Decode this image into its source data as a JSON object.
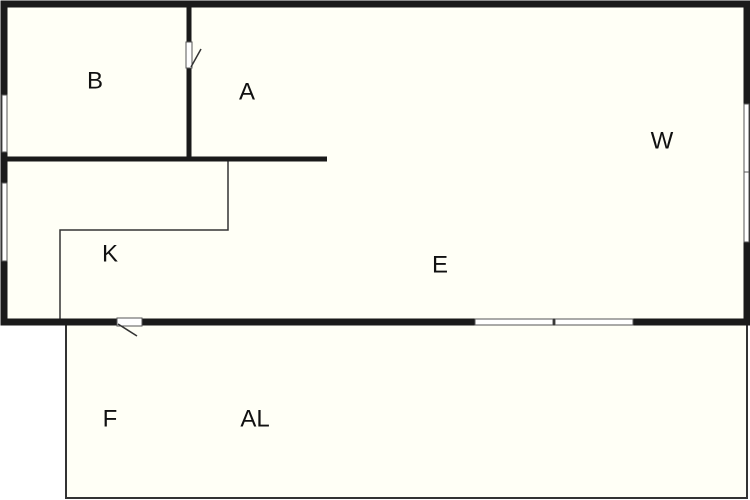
{
  "floor_plan": {
    "colors": {
      "background": "#ffffff",
      "room_fill": "#fffff6",
      "wall": "#1a1a1a",
      "thin_line": "#333333",
      "opening": "#ffffff"
    },
    "rooms": {
      "a": "A",
      "b": "B",
      "w": "W",
      "k": "K",
      "e": "E",
      "f": "F",
      "al": "AL"
    }
  }
}
